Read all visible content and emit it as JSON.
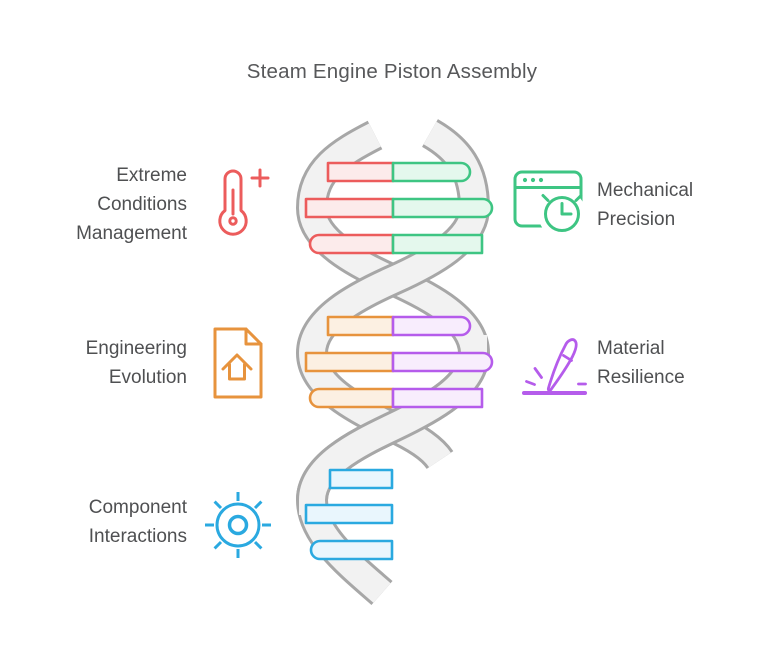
{
  "title": "Steam Engine Piston Assembly",
  "colors": {
    "red": "#ec5c5c",
    "red_fill": "#fcebeb",
    "green": "#3ec583",
    "green_fill": "#e4f8ed",
    "orange": "#e7933d",
    "orange_fill": "#fcf0e2",
    "purple": "#b55ceb",
    "purple_fill": "#f8edfd",
    "blue": "#2aa9e0",
    "blue_fill": "#e9f6fd",
    "strand_fill": "#f2f2f2",
    "strand_stroke": "#a7a7a7",
    "text": "#4f5052"
  },
  "features": [
    {
      "id": "extreme-conditions-management",
      "label": "Extreme\nConditions\nManagement",
      "icon": "thermometer-plus-icon",
      "side": "left",
      "color": "#ec5c5c"
    },
    {
      "id": "mechanical-precision",
      "label": "Mechanical\nPrecision",
      "icon": "browser-clock-icon",
      "side": "right",
      "color": "#3ec583"
    },
    {
      "id": "engineering-evolution",
      "label": "Engineering\nEvolution",
      "icon": "document-home-icon",
      "side": "left",
      "color": "#e7933d"
    },
    {
      "id": "material-resilience",
      "label": "Material\nResilience",
      "icon": "knife-surface-icon",
      "side": "right",
      "color": "#b55ceb"
    },
    {
      "id": "component-interactions",
      "label": "Component\nInteractions",
      "icon": "sun-gear-icon",
      "side": "left",
      "color": "#2aa9e0"
    }
  ],
  "helix": {
    "segments": [
      {
        "position": "top",
        "left_color_name": "red",
        "right_color_name": "green",
        "rung_count": 3
      },
      {
        "position": "middle",
        "left_color_name": "orange",
        "right_color_name": "purple",
        "rung_count": 3
      },
      {
        "position": "bottom",
        "left_color_name": "blue",
        "right_color_name": null,
        "rung_count": 3
      }
    ]
  }
}
